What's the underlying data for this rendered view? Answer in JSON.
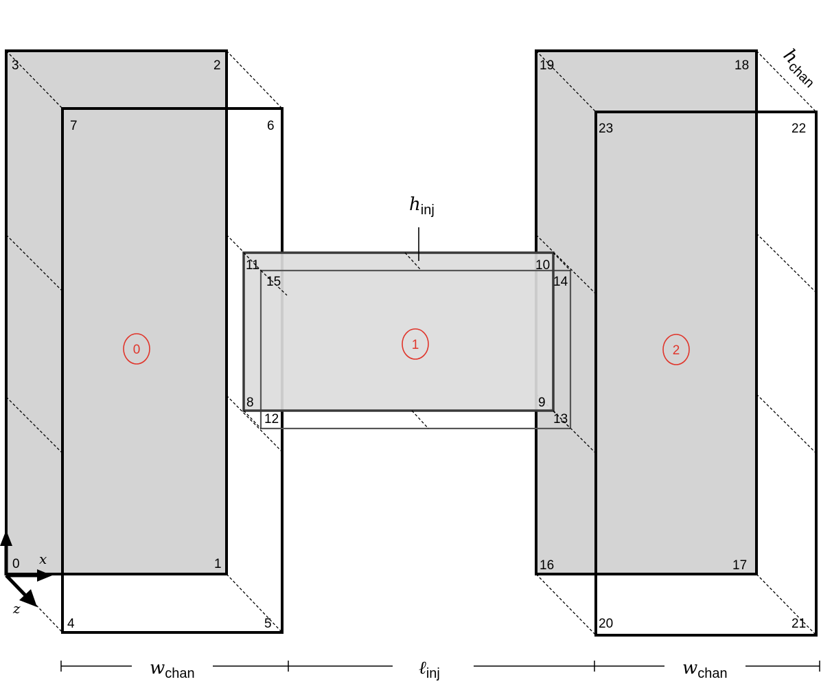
{
  "vertices": [
    "0",
    "1",
    "2",
    "3",
    "4",
    "5",
    "6",
    "7",
    "8",
    "9",
    "10",
    "11",
    "12",
    "13",
    "14",
    "15",
    "16",
    "17",
    "18",
    "19",
    "20",
    "21",
    "22",
    "23"
  ],
  "blocks": [
    "0",
    "1",
    "2"
  ],
  "dimensions": {
    "w_chan_left": {
      "base": "w",
      "sub": "chan"
    },
    "l_inj": {
      "base": "ℓ",
      "sub": "inj"
    },
    "w_chan_right": {
      "base": "w",
      "sub": "chan"
    },
    "h_inj": {
      "base": "h",
      "sub": "inj"
    },
    "h_chan": {
      "base": "h",
      "sub": "chan"
    }
  },
  "axes": {
    "x": "x",
    "z": "z"
  },
  "colors": {
    "face": "#d4d4d4",
    "injector_face": "#dcdcdc",
    "stroke": "#000000",
    "block_label": "#e0352b"
  }
}
